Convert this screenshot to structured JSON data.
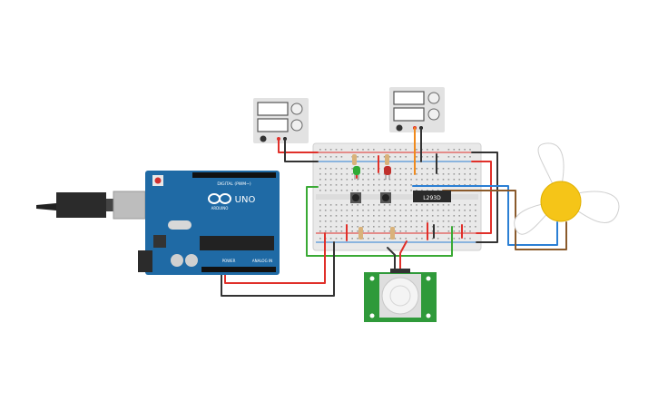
{
  "arduino": {
    "model_label": "UNO",
    "brand_label": "ARDUINO",
    "digital_header_label": "DIGITAL (PWM~)",
    "power_label": "POWER",
    "analog_label": "ANALOG IN",
    "board_color": "#1f6aa5",
    "usb_plug_color": "#2b2b2b"
  },
  "motor_driver": {
    "label": "L293D",
    "color": "#2a2a2a"
  },
  "pir_sensor": {
    "board_color": "#2f9a3a",
    "dome_color": "#f4f4f4"
  },
  "power_supplies": {
    "unit_color": "#e2e2e2",
    "count": 2
  },
  "motor": {
    "hub_color": "#f5c518",
    "blade_color": "#ffffff"
  },
  "leds": [
    {
      "color": "#2faa35"
    },
    {
      "color": "#c0302c"
    }
  ],
  "wire_colors": {
    "red": "#e0302a",
    "black": "#333333",
    "green": "#3aaa35",
    "blue": "#2b7fd4",
    "brown": "#8a5a2b",
    "orange": "#f08a1c"
  }
}
